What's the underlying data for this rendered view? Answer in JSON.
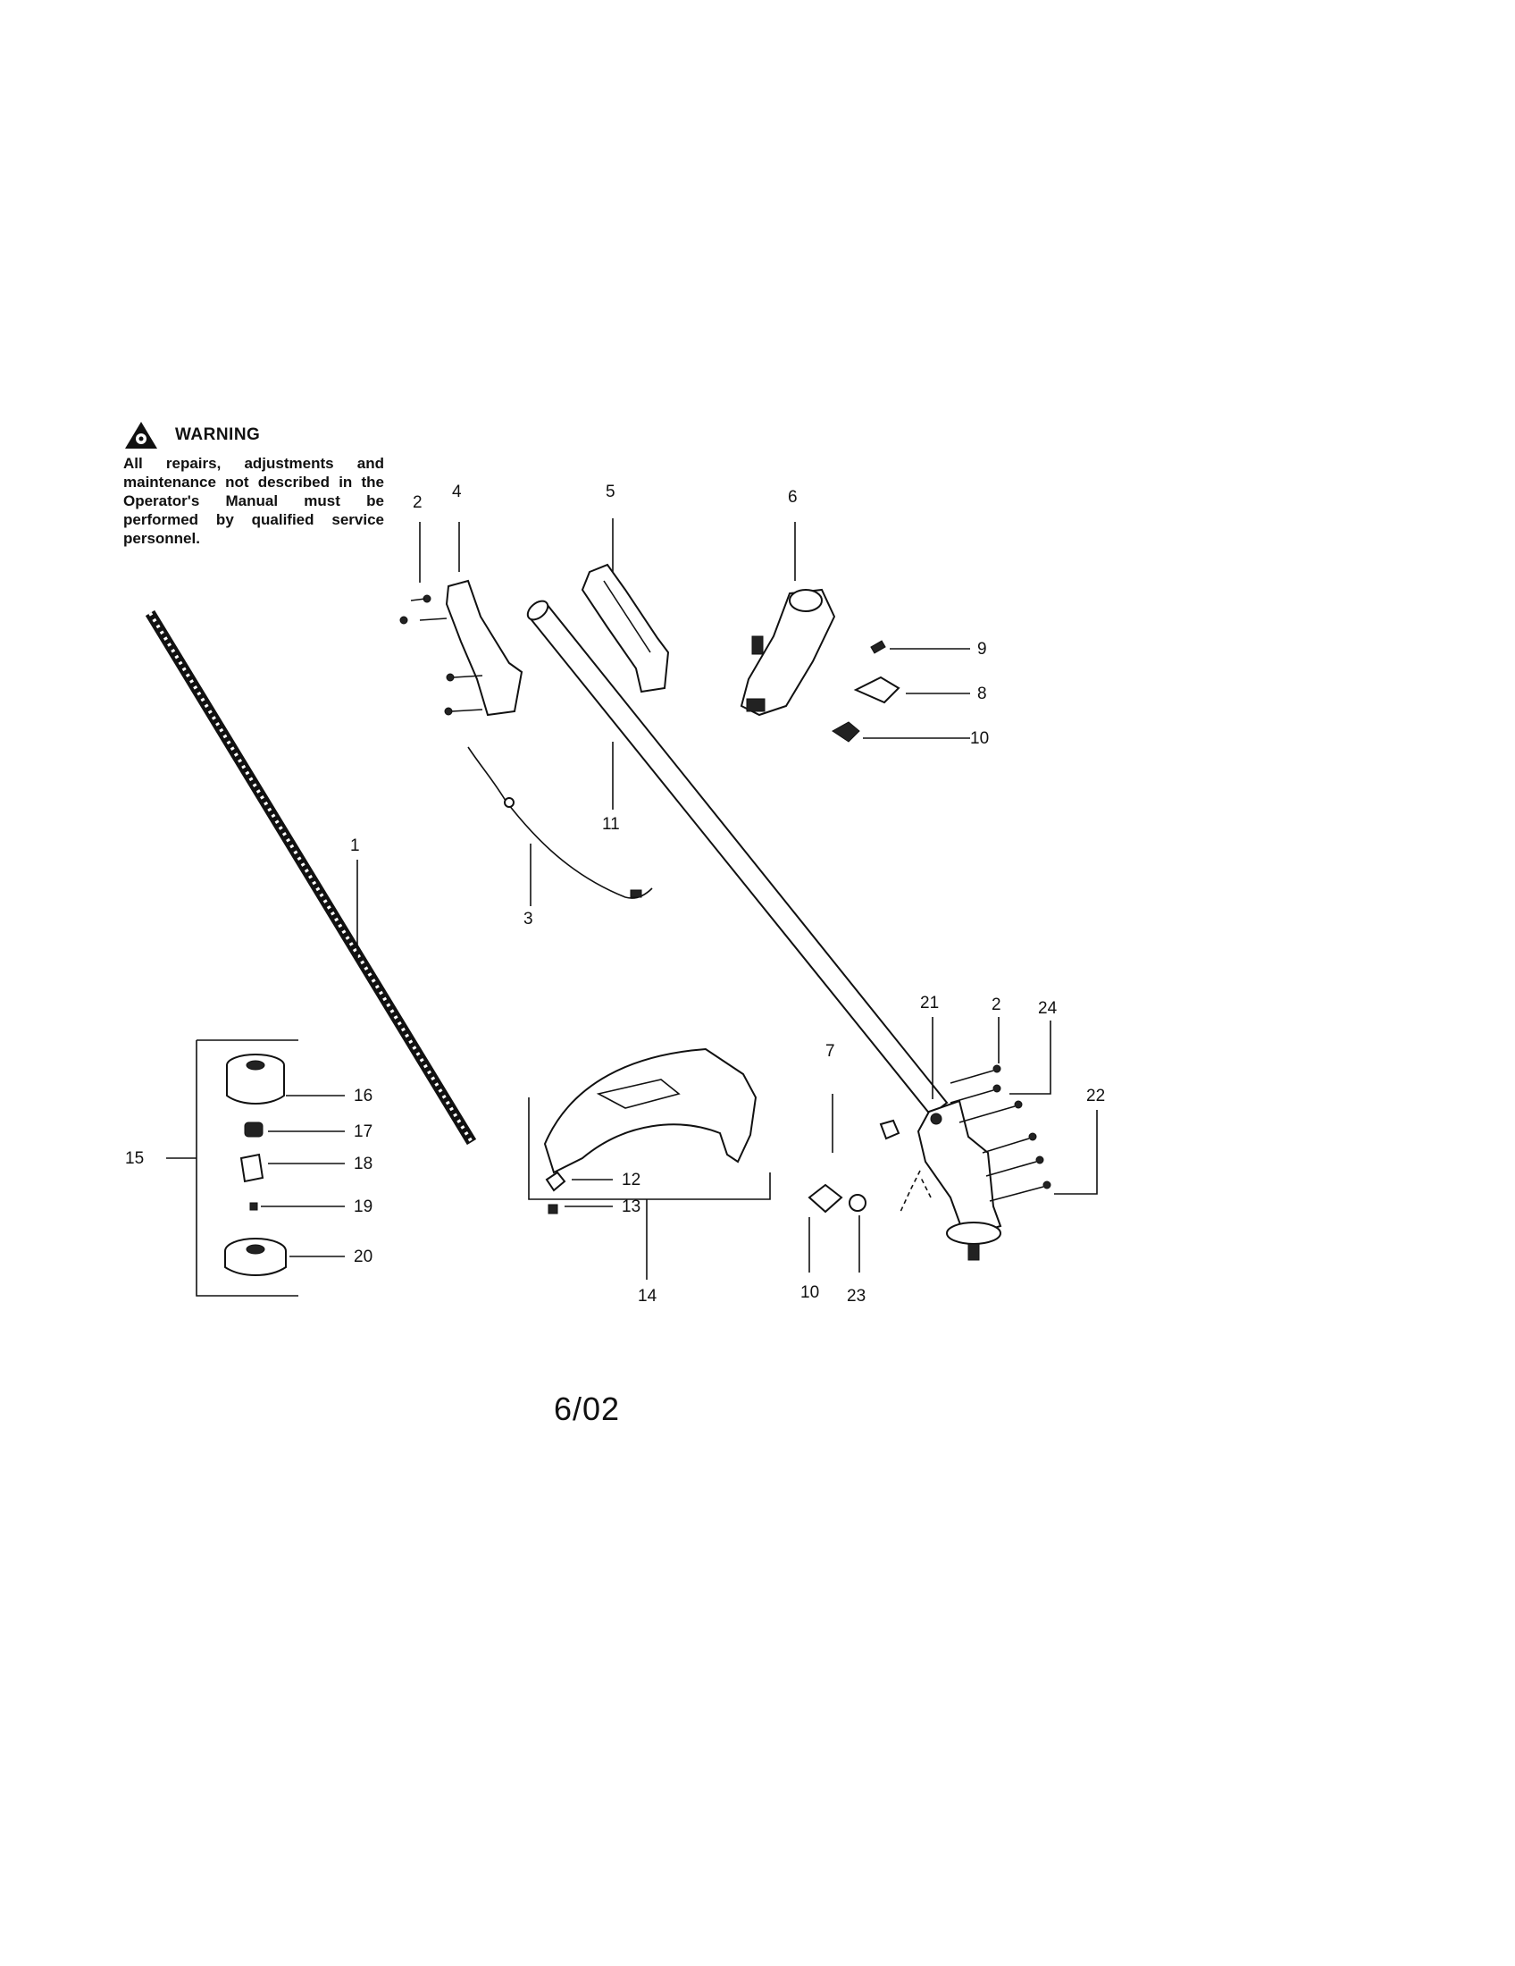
{
  "warning": {
    "title": "WARNING",
    "body": "All repairs, adjustments and maintenance not described in the Operator's Manual must be performed by qualified service personnel."
  },
  "date": "6/02",
  "callouts": {
    "c1": "1",
    "c2a": "2",
    "c2b": "2",
    "c3": "3",
    "c4": "4",
    "c5": "5",
    "c6": "6",
    "c7": "7",
    "c8": "8",
    "c9": "9",
    "c10a": "10",
    "c10b": "10",
    "c11": "11",
    "c12": "12",
    "c13": "13",
    "c14": "14",
    "c15": "15",
    "c16": "16",
    "c17": "17",
    "c18": "18",
    "c19": "19",
    "c20": "20",
    "c21": "21",
    "c22": "22",
    "c23": "23",
    "c24": "24"
  }
}
